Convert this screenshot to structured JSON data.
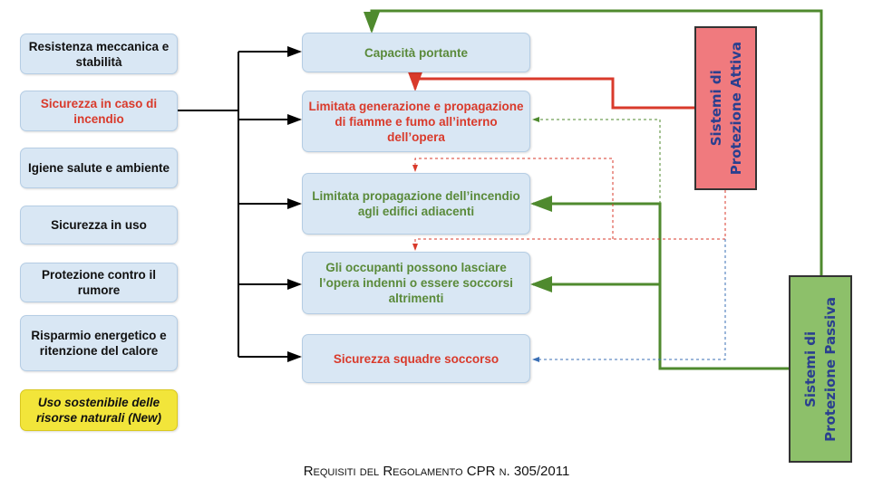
{
  "requirements": [
    {
      "label": "Resistenza meccanica e stabilità",
      "style": "normal"
    },
    {
      "label": "Sicurezza in caso di incendio",
      "style": "red"
    },
    {
      "label": "Igiene salute e ambiente",
      "style": "normal"
    },
    {
      "label": "Sicurezza in uso",
      "style": "normal"
    },
    {
      "label": "Protezione contro il rumore",
      "style": "normal"
    },
    {
      "label": "Risparmio energetico e ritenzione del calore",
      "style": "normal"
    },
    {
      "label": "Uso sostenibile delle risorse naturali (New)",
      "style": "yellow"
    }
  ],
  "fire_requirements": [
    {
      "label": "Capacità portante",
      "color": "green"
    },
    {
      "label": "Limitata generazione e propagazione di fiamme e fumo all’interno dell’opera",
      "color": "red"
    },
    {
      "label": "Limitata propagazione dell’incendio agli edifici adiacenti",
      "color": "green"
    },
    {
      "label": "Gli occupanti possono lasciare l’opera indenni o essere soccorsi altrimenti",
      "color": "green"
    },
    {
      "label": "Sicurezza squadre soccorso",
      "color": "red"
    }
  ],
  "systems": {
    "active": {
      "label": "Sistemi di\nProtezione Attiva",
      "color": "#f07a7e"
    },
    "passive": {
      "label": "Sistemi di\nProtezione Passiva",
      "color": "#8dc06a"
    }
  },
  "caption": "Requisiti del Regolamento CPR n. 305/2011"
}
